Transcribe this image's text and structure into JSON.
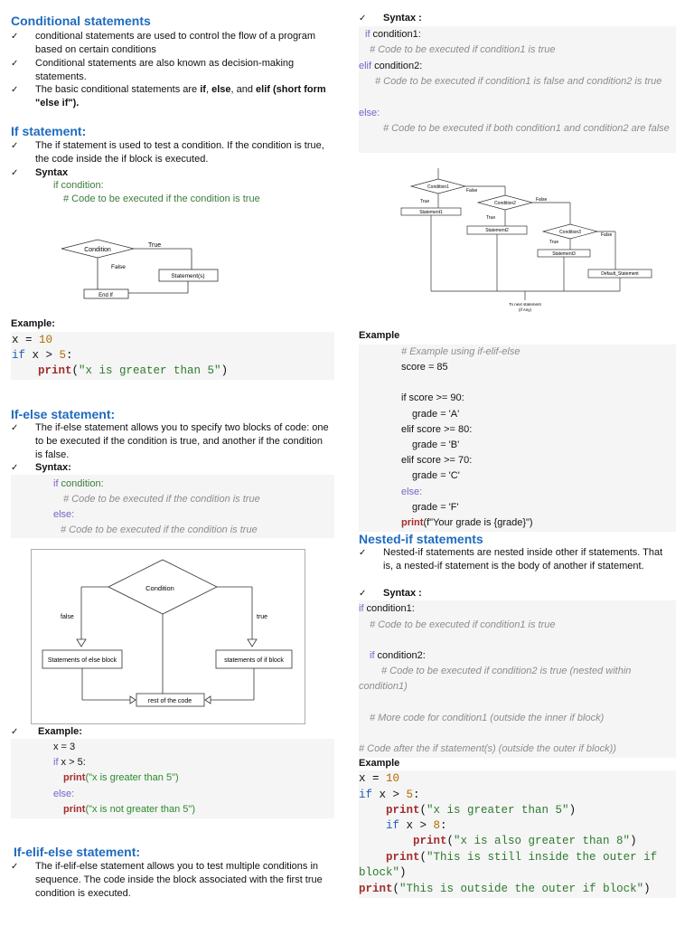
{
  "left": {
    "cond_title": "Conditional statements",
    "cond_bullets": [
      "conditional statements are used to control the flow of a program based on certain conditions",
      "Conditional statements are also known as decision-making statements.",
      "The basic conditional statements are "
    ],
    "cond_bullet3_b1": "if",
    "cond_bullet3_mid": ", ",
    "cond_bullet3_b2": "else",
    "cond_bullet3_and": ", and ",
    "cond_bullet3_b3": "elif (short form \"else if\").",
    "if_title": "If statement:",
    "if_bullet": "The if statement is used to test a condition. If the condition is true, the code inside the if block is executed.",
    "syntax_label": "Syntax",
    "if_syntax_1": "if condition:",
    "if_syntax_2": "# Code to be executed if the condition is true",
    "if_flow": {
      "condition": "Condition",
      "true": "True",
      "false": "False",
      "statement": "Statement(s)",
      "end": "End If"
    },
    "example_label": "Example:",
    "ex1": {
      "x": "x",
      "eq": " = ",
      "ten": "10",
      "if": "if",
      "cond": " x > ",
      "five": "5",
      "colon": ":",
      "print": "print",
      "paren_o": "(",
      "str": "\"x is greater than 5\"",
      "paren_c": ")"
    },
    "ifelse_title": "If-else statement:",
    "ifelse_bullet": "The if-else statement allows you to specify two blocks of code: one to be executed if the condition is true, and another if the condition is false.",
    "syntax2_label": "Syntax:",
    "ifelse_syntax": [
      "if",
      " condition:",
      "# Code to be executed if the condition is true",
      "else:",
      "# Code to be executed if the condition is true"
    ],
    "ifelse_flow": {
      "condition": "Condition",
      "false": "false",
      "true": "true",
      "else_block": "Statements of else block",
      "if_block": "statements of if block",
      "rest": "rest of the code"
    },
    "example2_label": "Example:",
    "ex2": [
      "x = 3",
      "if",
      " x > 5:",
      "print",
      "(\"x is greater than 5\")",
      "else:",
      "print",
      "(\"x is not greater than 5\")"
    ],
    "elif_title": "If-elif-else statement:",
    "elif_bullet": "The if-elif-else statement allows you to test multiple conditions in sequence. The code inside the block associated with the first true condition is executed."
  },
  "right": {
    "syntax_label": "Syntax :",
    "syntax": [
      "if",
      " condition1:",
      "# Code to be executed if condition1 is true",
      "elif",
      " condition2:",
      "# Code to be executed if condition1 is false and condition2 is true",
      "else:",
      "# Code to be executed if both condition1 and condition2 are false"
    ],
    "flow": {
      "c1": "Condition1",
      "c2": "Condition2",
      "c3": "Condition3",
      "s1": "Statement1",
      "s2": "Statement2",
      "s3": "Statement3",
      "default": "Default_Statement",
      "true": "True",
      "false": "False",
      "next": "To next statement",
      "next2": "(if Any)"
    },
    "example_label": "Example",
    "ex": [
      "# Example using if-elif-else",
      "score = 85",
      "if score >= 90:",
      "grade = 'A'",
      "elif score >= 80:",
      "grade = 'B'",
      "elif score >= 70:",
      "grade = 'C'",
      "else:",
      "grade = 'F'",
      "print",
      "(f\"Your grade is {grade}\")"
    ],
    "nested_title": "Nested-if statements",
    "nested_bullet": "Nested-if statements are nested inside other if statements. That is, a nested-if statement is the body of another if statement.",
    "syntax2_label": "Syntax :",
    "nested_syntax": [
      "if",
      " condition1:",
      "# Code to be executed if condition1 is true",
      "if",
      " condition2:",
      "# Code to be executed if condition2 is true (nested within",
      "condition1)",
      "# More code for condition1 (outside the inner if block)",
      "# Code after the if statement(s) (outside the outer if block))"
    ],
    "example2_label": "Example",
    "ex2": [
      "x",
      " = ",
      "10",
      "if",
      " x > ",
      "5",
      ":",
      "print",
      "(",
      "\"x is greater than 5\"",
      ")",
      "if",
      " x > ",
      "8",
      ":",
      "print",
      "(",
      "\"x is also greater than 8\"",
      ")",
      "print",
      "(",
      "\"This is still inside the outer if",
      "block\"",
      ")",
      "print",
      "(",
      "\"This is outside the outer if block\"",
      ")"
    ]
  }
}
